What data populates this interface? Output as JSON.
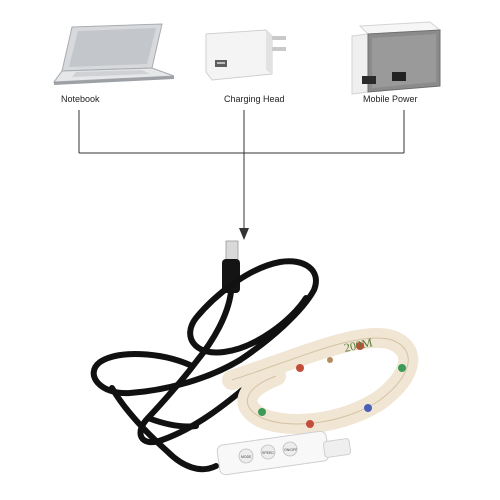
{
  "sources": [
    {
      "label": "Notebook",
      "icon": "laptop-icon"
    },
    {
      "label": "Charging Head",
      "icon": "usb-wall-adapter-icon"
    },
    {
      "label": "Mobile Power",
      "icon": "power-bank-icon"
    }
  ],
  "strip": {
    "tape_text": "200M",
    "controller_buttons": [
      "MODE",
      "SPEED",
      "ON/OFF"
    ]
  },
  "colors": {
    "connector_line": "#333333",
    "cable": "#111111",
    "strip_backing": "#f1e6d4"
  }
}
